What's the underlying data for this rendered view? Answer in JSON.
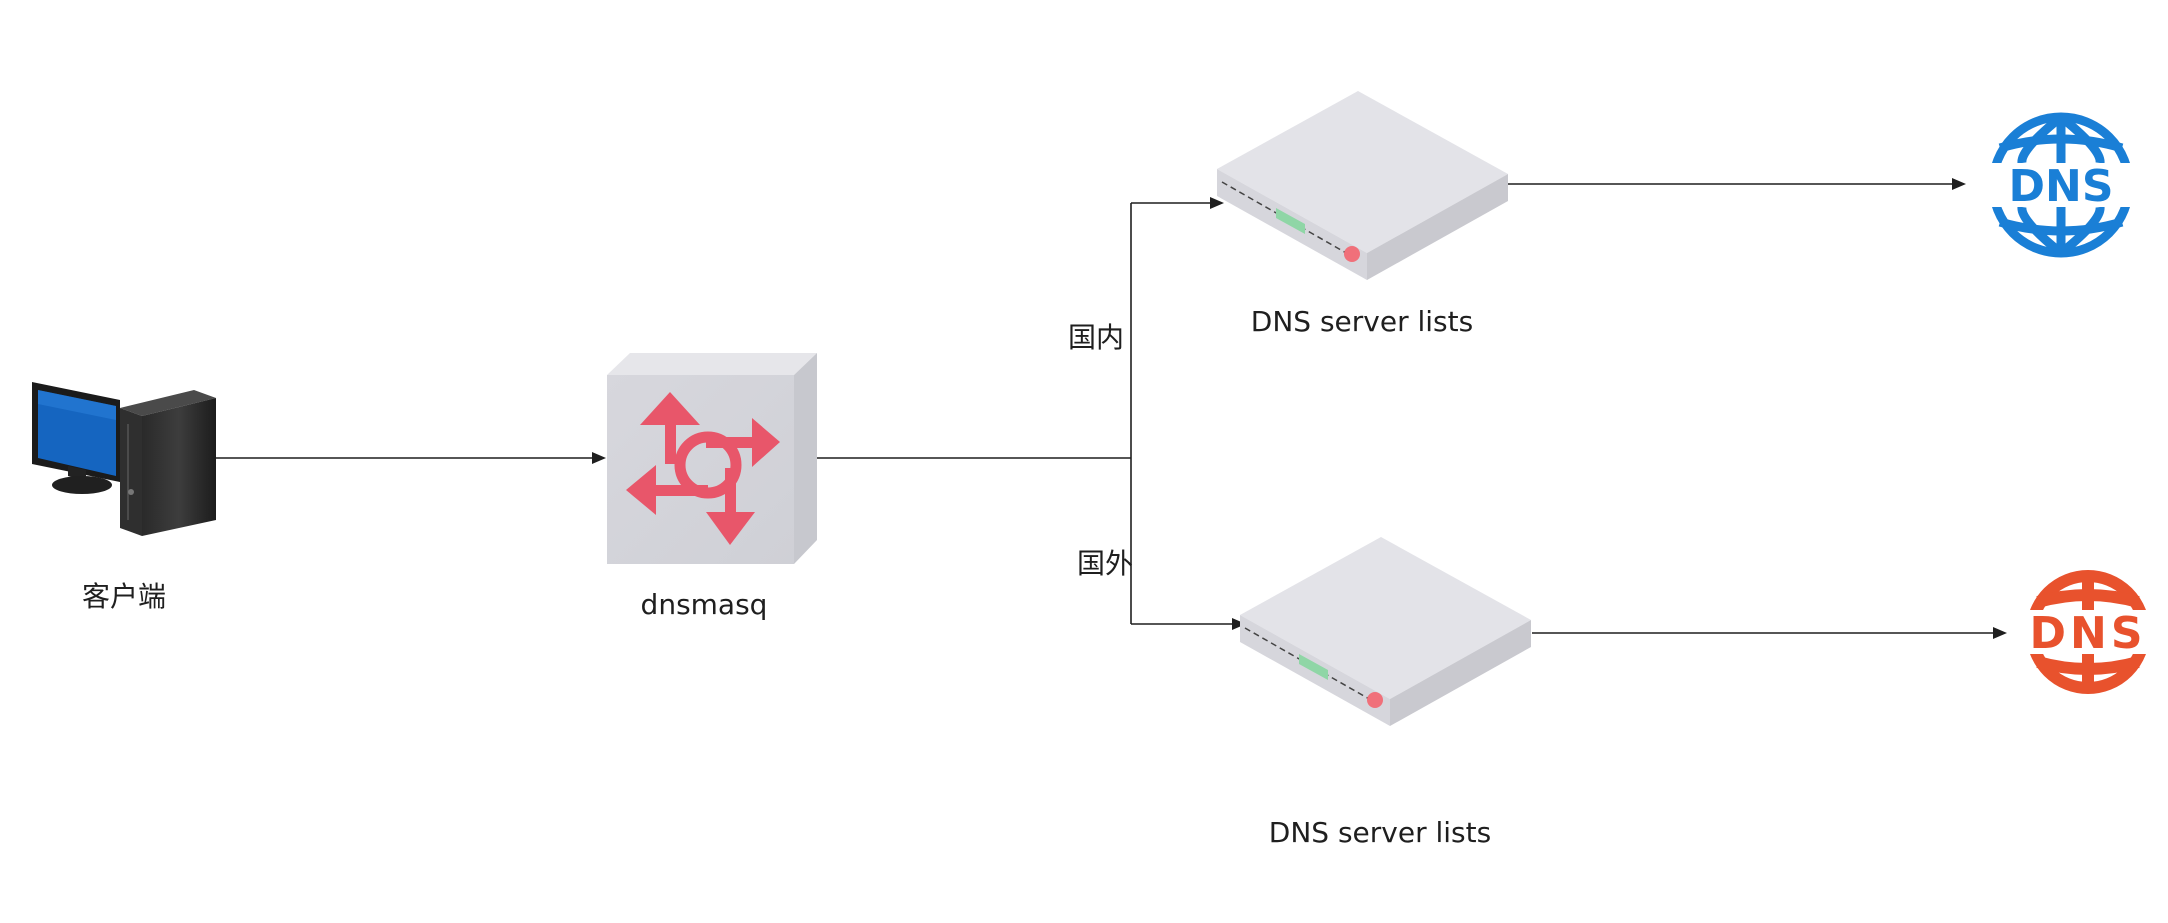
{
  "nodes": {
    "client": {
      "label": "客户端"
    },
    "dnsmasq": {
      "label": "dnsmasq"
    },
    "server_domestic": {
      "label": "DNS server lists"
    },
    "server_foreign": {
      "label": "DNS server lists"
    },
    "dns_domestic": {
      "label": "DNS",
      "icon": "dns-globe-icon",
      "color": "#1a7fd6"
    },
    "dns_foreign": {
      "label": "DNS",
      "icon": "dns-globe-icon",
      "color": "#e8522d"
    }
  },
  "edges": {
    "domestic": {
      "label": "国内"
    },
    "foreign": {
      "label": "国外"
    }
  },
  "colors": {
    "router_arrows": "#e8566a",
    "server_led_red": "#f0707a",
    "server_led_green": "#8fd6a6",
    "screen_blue": "#1565c0"
  }
}
